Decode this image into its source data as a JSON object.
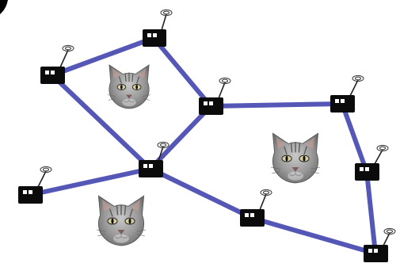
{
  "diagram": {
    "type": "wireless mesh network",
    "nodes": [
      {
        "id": "n1",
        "antenna": true
      },
      {
        "id": "n2",
        "antenna": true
      },
      {
        "id": "n3",
        "antenna": true
      },
      {
        "id": "n4",
        "antenna": true
      },
      {
        "id": "n5",
        "antenna": true
      },
      {
        "id": "n6",
        "antenna": true
      },
      {
        "id": "n7",
        "antenna": true
      },
      {
        "id": "n8",
        "antenna": true
      },
      {
        "id": "n9",
        "antenna": true
      }
    ],
    "links": [
      [
        "n1",
        "n2"
      ],
      [
        "n2",
        "n3"
      ],
      [
        "n1",
        "n5"
      ],
      [
        "n3",
        "n5"
      ],
      [
        "n3",
        "n4"
      ],
      [
        "n4",
        "n8"
      ],
      [
        "n5",
        "n6"
      ],
      [
        "n5",
        "n7"
      ],
      [
        "n7",
        "n9"
      ],
      [
        "n8",
        "n9"
      ]
    ],
    "cats": [
      {
        "id": "cat-1"
      },
      {
        "id": "cat-2"
      },
      {
        "id": "cat-3"
      }
    ],
    "colors": {
      "link": "#5457b6",
      "node": "#0b0b0b",
      "fur": "#9b9b9b"
    },
    "icons": {
      "node": "wireless-node-icon",
      "cat": "cat-face-icon"
    }
  }
}
